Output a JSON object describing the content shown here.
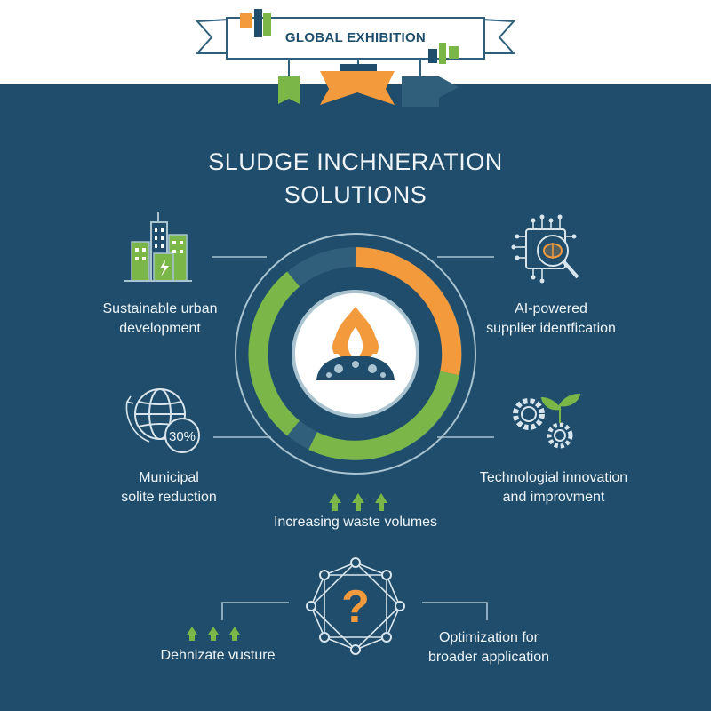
{
  "banner": {
    "label": "GLOBAL EXHIBITION"
  },
  "title": {
    "line1": "SLUDGE INCHNERATION",
    "line2": "SOLUTIONS"
  },
  "nodes": {
    "urban": {
      "line1": "Sustainable urban",
      "line2": "development"
    },
    "ai": {
      "line1": "AI-powered",
      "line2": "supplier identfication"
    },
    "municipal": {
      "line1": "Municipal",
      "line2": "solite reduction",
      "badge": "30%"
    },
    "tech": {
      "line1": "Technologial innovation",
      "line2": "and improvment"
    },
    "waste": {
      "label": "Increasing waste volumes"
    },
    "dehumid": {
      "label": "Dehnizate vusture"
    },
    "optimization": {
      "line1": "Optimization for",
      "line2": "broader application"
    },
    "question": {
      "symbol": "?"
    }
  },
  "colors": {
    "background": "#1f4d6b",
    "green": "#7ab648",
    "orange": "#f39a3d",
    "dark_segment": "#2f5f7a",
    "text": "#eef4f7"
  }
}
